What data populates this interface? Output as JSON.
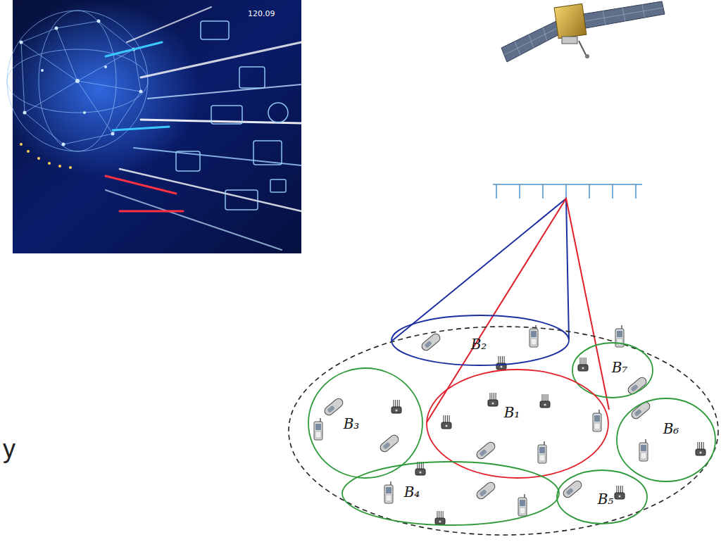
{
  "diagram": {
    "nodes": [
      {
        "text": [
          "B₂"
        ]
      },
      {
        "text": [
          "B₇"
        ]
      },
      {
        "text": [
          "B₃"
        ]
      },
      {
        "text": [
          "B₁"
        ]
      },
      {
        "text": [
          "B₆"
        ]
      },
      {
        "text": [
          "B₄"
        ]
      },
      {
        "text": [
          "B₅"
        ]
      }
    ],
    "labels": [
      "120.09",
      "y"
    ]
  }
}
